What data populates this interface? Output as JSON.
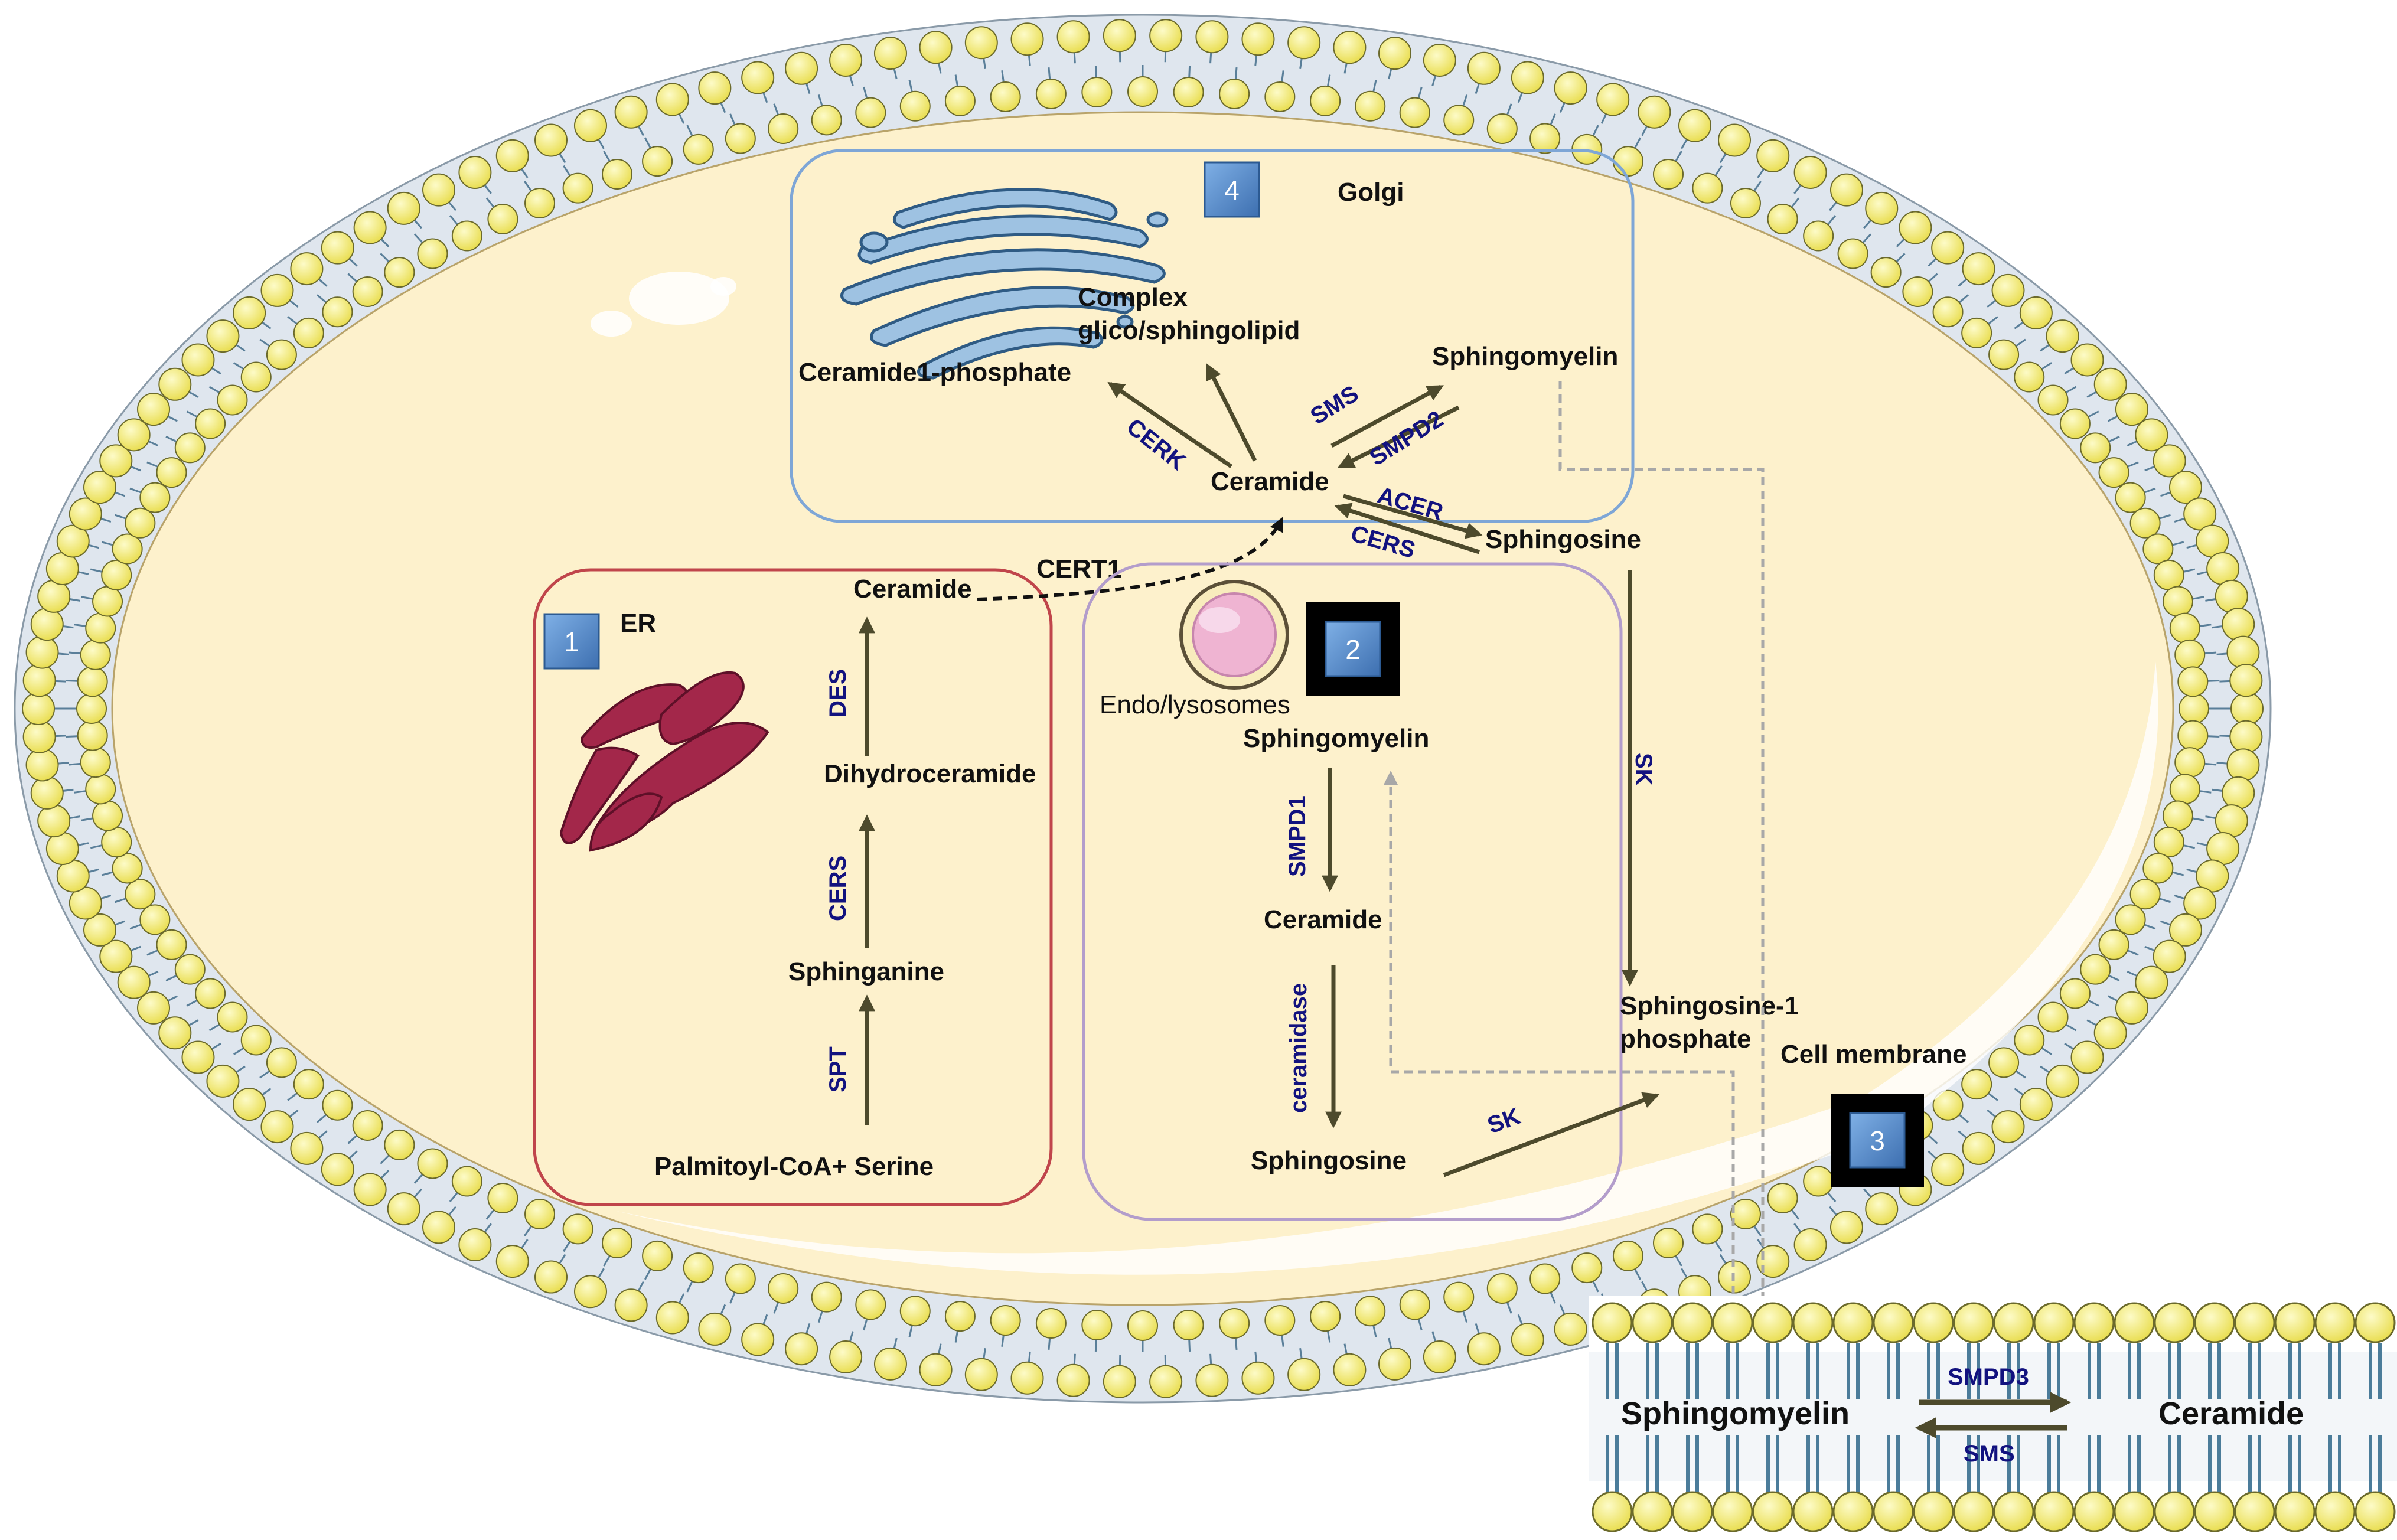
{
  "compartments": {
    "golgi": "Golgi",
    "er": "ER",
    "endo": "Endo/lysosomes",
    "membrane": "Cell membrane"
  },
  "badges": {
    "b1": "1",
    "b2": "2",
    "b3": "3",
    "b4": "4"
  },
  "golgi": {
    "complex": [
      "Complex",
      "glico/sphingolipid"
    ],
    "c1p": "Ceramide1-phosphate",
    "ceramide": "Ceramide",
    "sphingomyelin": "Sphingomyelin",
    "sphingosine": "Sphingosine",
    "enzymes": {
      "cerk": "CERK",
      "sms": "SMS",
      "smpd2": "SMPD2",
      "acer": "ACER",
      "cers": "CERS"
    }
  },
  "er": {
    "ceramide": "Ceramide",
    "dihydroceramide": "Dihydroceramide",
    "sphinganine": "Sphinganine",
    "palmitoyl": "Palmitoyl-CoA+ Serine",
    "enzymes": {
      "des": "DES",
      "cers": "CERS",
      "spt": "SPT"
    }
  },
  "transport": {
    "cert1": "CERT1"
  },
  "endo": {
    "sphingomyelin": "Sphingomyelin",
    "ceramide": "Ceramide",
    "sphingosine": "Sphingosine",
    "enzymes": {
      "smpd1": "SMPD1",
      "ceramidase": "ceramidase",
      "sk": "SK"
    }
  },
  "cytosol": {
    "s1p": [
      "Sphingosine-1",
      "phosphate"
    ],
    "sk": "SK"
  },
  "membrane": {
    "sphingomyelin": "Sphingomyelin",
    "ceramide": "Ceramide",
    "smpd3": "SMPD3",
    "sms": "SMS"
  },
  "colors": {
    "cytoplasm": "#fdf1cc",
    "membrane_band": "#dfe6ee",
    "head": "#f5ec73",
    "tail": "#4b7c9a",
    "golgi_border": "#7ea6d6",
    "er_border": "#c0454b",
    "endo_border": "#b39dcb",
    "arrow": "#4d4a2c",
    "enzyme": "#12127f",
    "badge": "#4f86c6"
  }
}
